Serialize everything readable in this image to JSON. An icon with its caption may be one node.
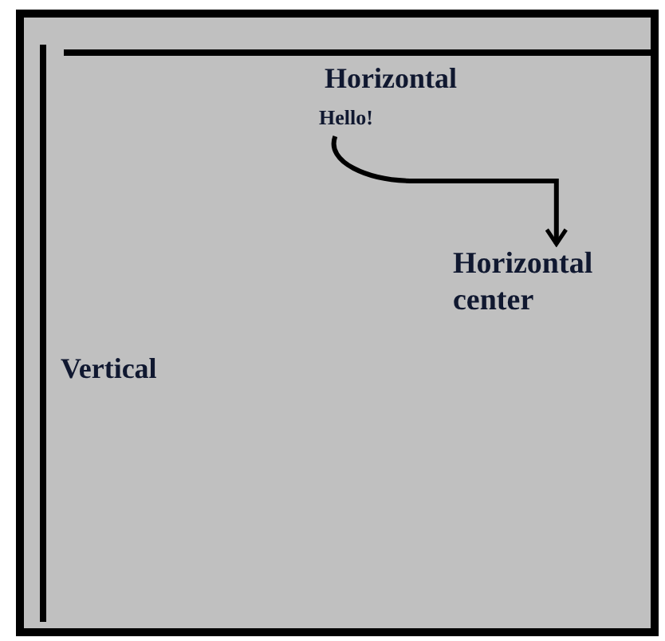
{
  "diagram": {
    "nodes": [
      {
        "text": [
          "Hello!"
        ]
      },
      {
        "text": [
          "Horizontal center"
        ]
      }
    ],
    "edges": [
      {
        "from": 0,
        "to": 1,
        "arrow": "to"
      }
    ],
    "labels": [
      "Horizontal",
      "Vertical"
    ]
  }
}
